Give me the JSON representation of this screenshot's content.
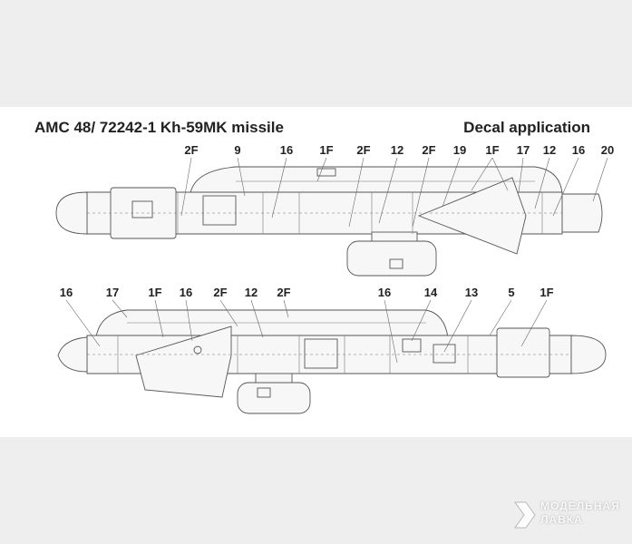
{
  "header": {
    "title": "AMC 48/ 72242-1 Kh-59MK missile",
    "subtitle": "Decal application"
  },
  "top_view": {
    "callouts": [
      "2F",
      "9",
      "16",
      "1F",
      "2F",
      "12",
      "2F",
      "19",
      "1F",
      "17",
      "12",
      "16",
      "20"
    ]
  },
  "bottom_view": {
    "callouts": [
      "16",
      "17",
      "1F",
      "16",
      "2F",
      "12",
      "2F",
      "16",
      "14",
      "13",
      "5",
      "1F"
    ]
  },
  "watermark": {
    "line1": "МОДЕЛЬНАЯ",
    "line2": "ЛАВКА"
  },
  "colors": {
    "line": "#555555",
    "fill": "#f7f7f7",
    "band": "#eeeeee"
  }
}
